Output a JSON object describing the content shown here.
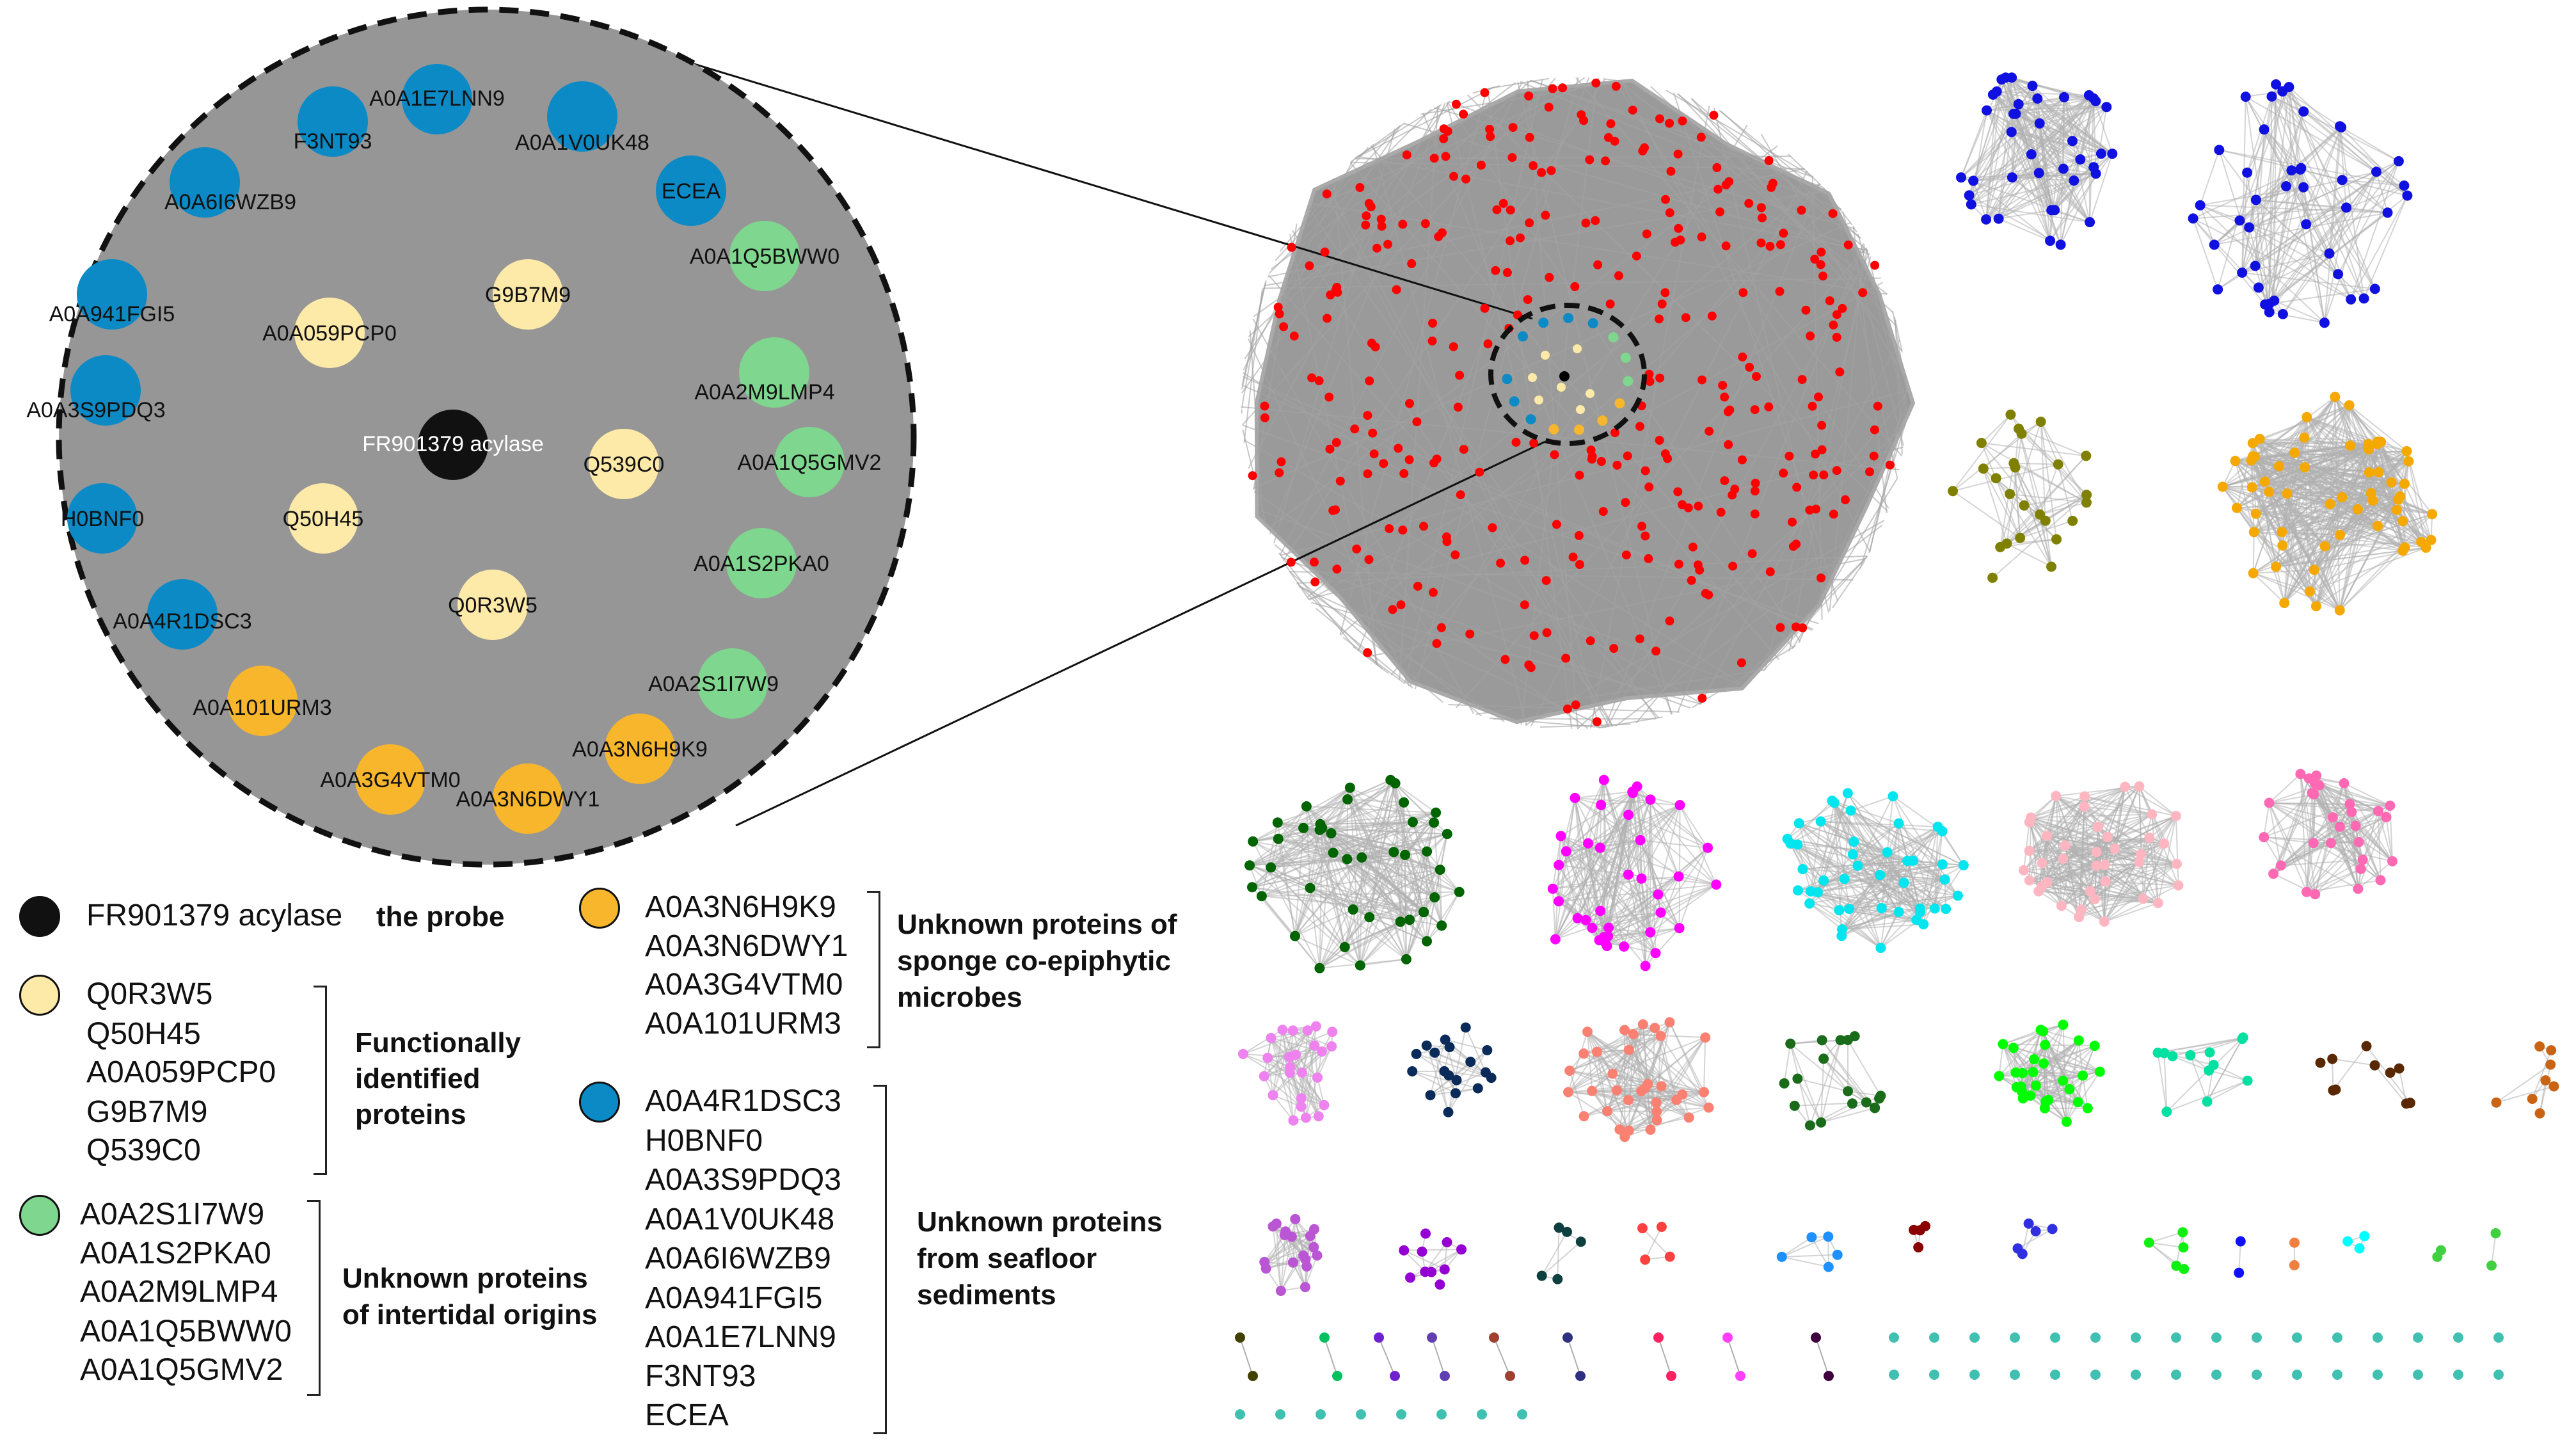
{
  "colors": {
    "bg_panel": "#969696",
    "black": "#111111",
    "light_yellow": "#fde9a8",
    "green": "#7fd68e",
    "orange": "#f8b62d",
    "blue": "#0b8ac6",
    "red_cluster": "#ff0000",
    "edge": "#b0b0b0"
  },
  "zoom": {
    "center_label": "FR901379 acylase",
    "nodes": [
      {
        "label": "A0A1E7LNN9",
        "group": "blue"
      },
      {
        "label": "A0A1V0UK48",
        "group": "blue"
      },
      {
        "label": "ECEA",
        "group": "blue"
      },
      {
        "label": "F3NT93",
        "group": "blue"
      },
      {
        "label": "A0A6I6WZB9",
        "group": "blue"
      },
      {
        "label": "A0A941FGI5",
        "group": "blue"
      },
      {
        "label": "A0A3S9PDQ3",
        "group": "blue"
      },
      {
        "label": "H0BNF0",
        "group": "blue"
      },
      {
        "label": "A0A4R1DSC3",
        "group": "blue"
      },
      {
        "label": "A0A1Q5BWW0",
        "group": "green"
      },
      {
        "label": "A0A2M9LMP4",
        "group": "green"
      },
      {
        "label": "A0A1Q5GMV2",
        "group": "green"
      },
      {
        "label": "A0A1S2PKA0",
        "group": "green"
      },
      {
        "label": "A0A2S1I7W9",
        "group": "green"
      },
      {
        "label": "A0A3N6H9K9",
        "group": "orange"
      },
      {
        "label": "A0A3N6DWY1",
        "group": "orange"
      },
      {
        "label": "A0A3G4VTM0",
        "group": "orange"
      },
      {
        "label": "A0A101URM3",
        "group": "orange"
      },
      {
        "label": "G9B7M9",
        "group": "yellow"
      },
      {
        "label": "A0A059PCP0",
        "group": "yellow"
      },
      {
        "label": "Q539C0",
        "group": "yellow"
      },
      {
        "label": "Q50H45",
        "group": "yellow"
      },
      {
        "label": "Q0R3W5",
        "group": "yellow"
      }
    ]
  },
  "legend": {
    "probe": {
      "name": "FR901379 acylase",
      "desc": "the probe"
    },
    "functional": {
      "items": [
        "Q0R3W5",
        "Q50H45",
        "A0A059PCP0",
        "G9B7M9",
        "Q539C0"
      ],
      "title": [
        "Functionally",
        "identified",
        "proteins"
      ]
    },
    "intertidal": {
      "items": [
        "A0A2S1I7W9",
        "A0A1S2PKA0",
        "A0A2M9LMP4",
        "A0A1Q5BWW0",
        "A0A1Q5GMV2"
      ],
      "title": [
        "Unknown proteins",
        "of intertidal origins"
      ]
    },
    "sponge": {
      "items": [
        "A0A3N6H9K9",
        "A0A3N6DWY1",
        "A0A3G4VTM0",
        "A0A101URM3"
      ],
      "title": [
        "Unknown proteins of",
        "sponge co-epiphytic",
        "microbes"
      ]
    },
    "seafloor": {
      "items": [
        "A0A4R1DSC3",
        "H0BNF0",
        "A0A3S9PDQ3",
        "A0A1V0UK48",
        "A0A6I6WZB9",
        "A0A941FGI5",
        "A0A1E7LNN9",
        "F3NT93",
        "ECEA"
      ],
      "title": [
        "Unknown proteins",
        "from seafloor",
        "sediments"
      ]
    }
  },
  "network_colors": [
    "#ff0000",
    "#1010e0",
    "#808000",
    "#f5a800",
    "#006400",
    "#ff00ff",
    "#00e5ee",
    "#ffb6c1",
    "#ff69b4",
    "#ee82ee",
    "#0a2a5a",
    "#fa8072",
    "#1a6b1a",
    "#00ff00",
    "#00e0a0",
    "#5a2800",
    "#c86414",
    "#ba55d3",
    "#9400d3",
    "#0f3f3f",
    "#ff4040",
    "#1e90ff",
    "#8b0000",
    "#3030e0",
    "#10f010",
    "#1010ff",
    "#f08040",
    "#00ffff",
    "#40d040",
    "#404000",
    "#00c060",
    "#7020d0",
    "#6040b0",
    "#a04030",
    "#303080",
    "#ff2060",
    "#ff40ff",
    "#400040",
    "#40c0b0"
  ]
}
